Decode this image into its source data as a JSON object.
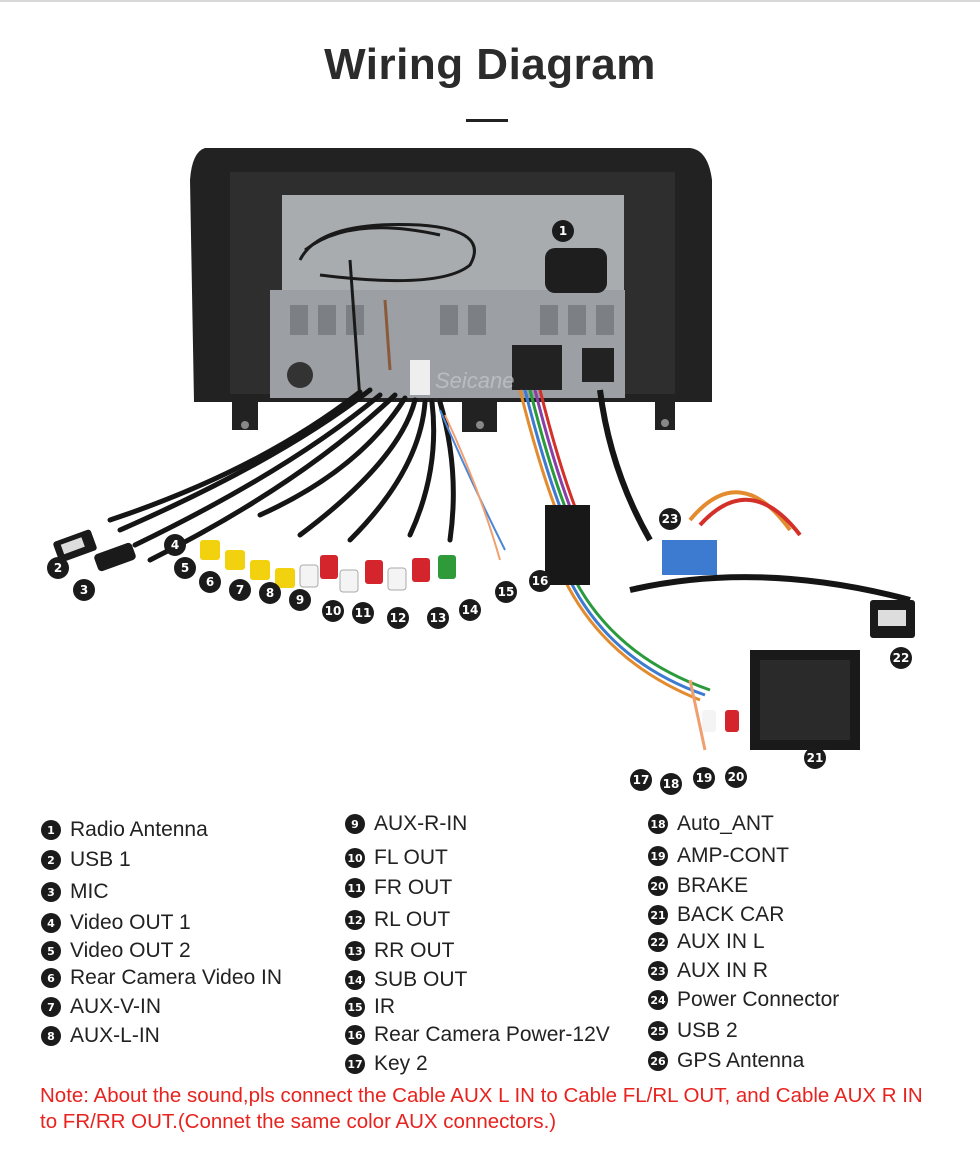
{
  "title": "Wiring Diagram",
  "watermark": "Seicane",
  "callouts": [
    "1",
    "2",
    "3",
    "4",
    "5",
    "6",
    "7",
    "8",
    "9",
    "10",
    "11",
    "12",
    "13",
    "14",
    "15",
    "16",
    "17",
    "18",
    "19",
    "20",
    "21",
    "22",
    "23"
  ],
  "legend": [
    {
      "num": "1",
      "label": "Radio Antenna"
    },
    {
      "num": "2",
      "label": "USB 1"
    },
    {
      "num": "3",
      "label": "MIC"
    },
    {
      "num": "4",
      "label": "Video OUT 1"
    },
    {
      "num": "5",
      "label": "Video OUT 2"
    },
    {
      "num": "6",
      "label": "Rear Camera Video IN"
    },
    {
      "num": "7",
      "label": "AUX-V-IN"
    },
    {
      "num": "8",
      "label": "AUX-L-IN"
    },
    {
      "num": "9",
      "label": "AUX-R-IN"
    },
    {
      "num": "10",
      "label": "FL OUT"
    },
    {
      "num": "11",
      "label": "FR OUT"
    },
    {
      "num": "12",
      "label": "RL OUT"
    },
    {
      "num": "13",
      "label": "RR OUT"
    },
    {
      "num": "14",
      "label": "SUB OUT"
    },
    {
      "num": "15",
      "label": "IR"
    },
    {
      "num": "16",
      "label": "Rear Camera Power-12V"
    },
    {
      "num": "17",
      "label": "Key 2"
    },
    {
      "num": "18",
      "label": "Auto_ANT"
    },
    {
      "num": "19",
      "label": "AMP-CONT"
    },
    {
      "num": "20",
      "label": "BRAKE"
    },
    {
      "num": "21",
      "label": "BACK CAR"
    },
    {
      "num": "22",
      "label": "AUX IN L"
    },
    {
      "num": "23",
      "label": "AUX IN R"
    },
    {
      "num": "24",
      "label": "Power Connector"
    },
    {
      "num": "25",
      "label": "USB 2"
    },
    {
      "num": "26",
      "label": "GPS Antenna"
    }
  ],
  "note": "Note: About the sound,pls connect the Cable AUX L IN to Cable FL/RL OUT, and Cable AUX R IN to  FR/RR OUT.(Connet the same color AUX connectors.)",
  "colors": {
    "text": "#222222",
    "badge": "#1b1b1b",
    "note": "#e8231f"
  }
}
